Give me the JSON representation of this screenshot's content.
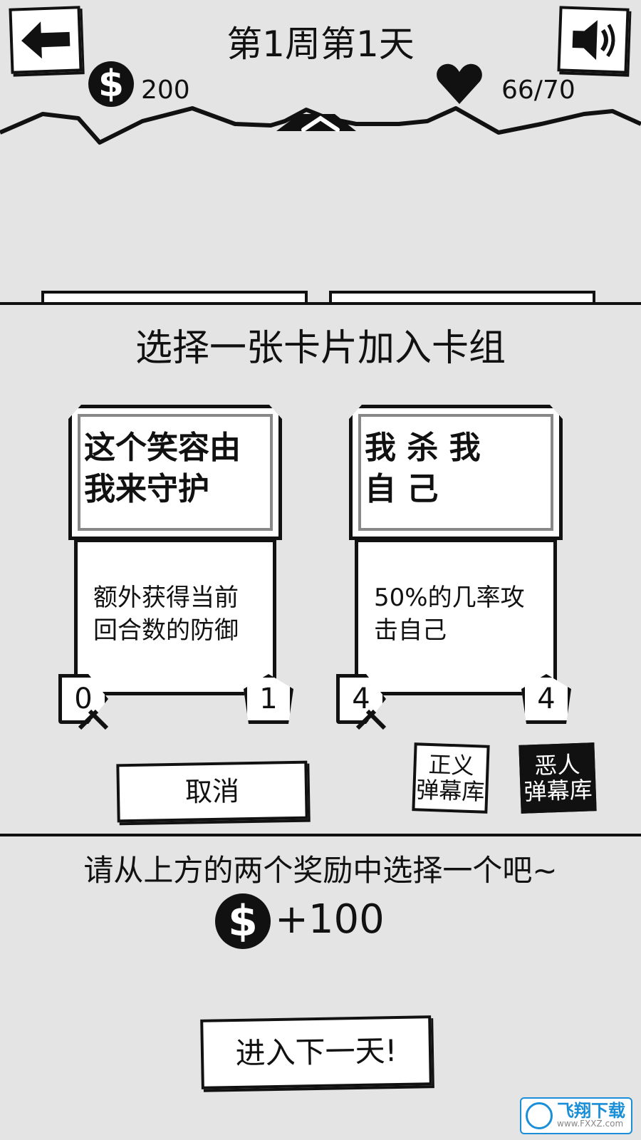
{
  "header": {
    "day_title": "第1周第1天",
    "back_icon": "back-arrow-icon",
    "sound_icon": "speaker-icon",
    "money": "200",
    "health": "66/70",
    "coin_symbol": "$"
  },
  "reward_panel": {
    "heading": "选择一张卡片加入卡组",
    "cards": [
      {
        "title": "这个笑容由\n我来守护",
        "description": "额外获得当前\n回合数的防御",
        "left_value": "0",
        "right_value": "1"
      },
      {
        "title": "我 杀 我\n自 己",
        "description": "50%的几率攻\n击自己",
        "left_value": "4",
        "right_value": "4"
      }
    ],
    "cancel_label": "取消",
    "justice_library_label": "正义\n弹幕库",
    "villain_library_label": "恶人\n弹幕库"
  },
  "footer": {
    "prompt": "请从上方的两个奖励中选择一个吧~",
    "coin_symbol": "$",
    "reward_amount": "+100",
    "next_day_label": "进入下一天!"
  },
  "watermark": {
    "text": "飞翔下载",
    "url": "www.FXXZ.com"
  },
  "colors": {
    "background": "#e4e4e4",
    "ink": "#111111",
    "card": "#ffffff",
    "watermark": "#1a8fd8"
  }
}
